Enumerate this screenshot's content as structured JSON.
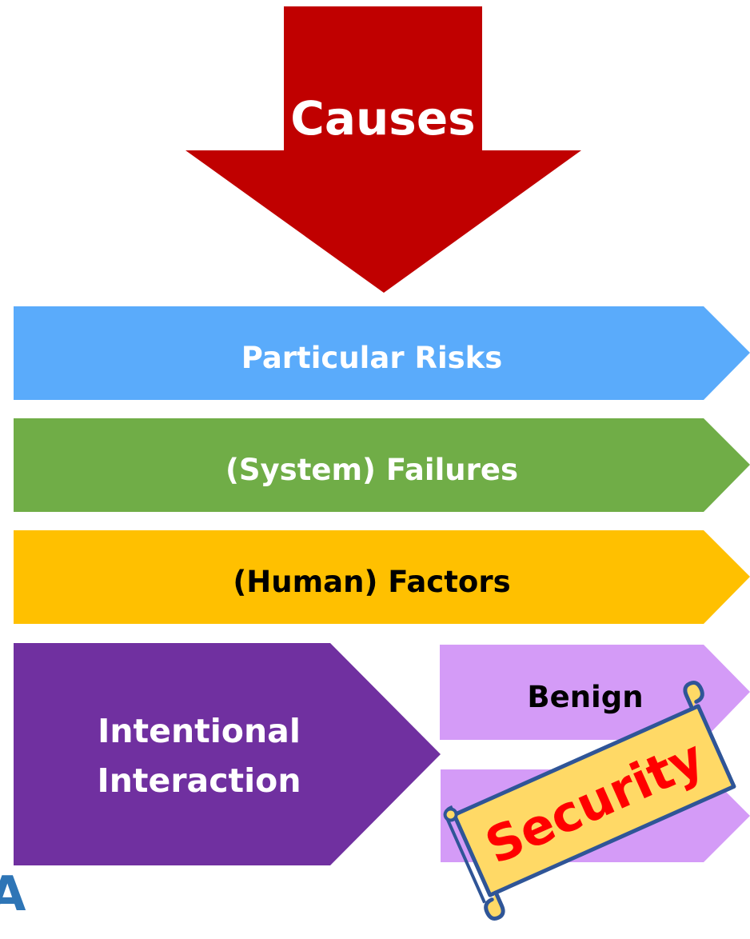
{
  "arrow": {
    "label": "Causes",
    "color": "#c00000"
  },
  "bands": [
    {
      "label": "Particular Risks",
      "color": "#5aabfb",
      "text_color": "#ffffff"
    },
    {
      "label": "(System) Failures",
      "color": "#70ad47",
      "text_color": "#ffffff"
    },
    {
      "label": "(Human) Factors",
      "color": "#ffc000",
      "text_color": "#000000"
    }
  ],
  "intentional": {
    "label_line1": "Intentional",
    "label_line2": "Interaction",
    "color": "#7030a0"
  },
  "sub_bands": [
    {
      "label": "Benign",
      "color": "#d49bf7"
    },
    {
      "label": "",
      "color": "#d49bf7"
    }
  ],
  "scroll": {
    "label": "Security",
    "fill": "#ffd966",
    "stroke": "#2f5597",
    "text_color": "#ff0000"
  },
  "corner_logo": {
    "text": "A",
    "color": "#2e75b6"
  }
}
